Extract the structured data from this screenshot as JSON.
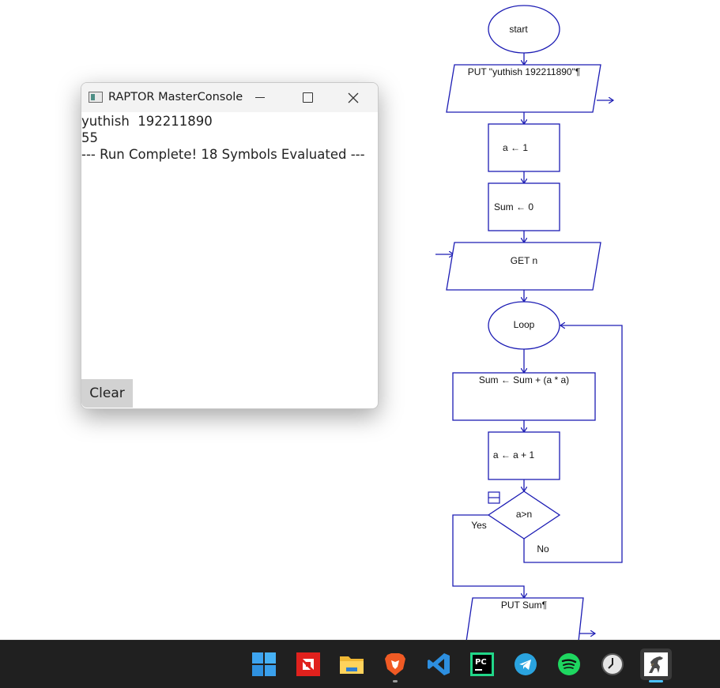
{
  "console": {
    "title": "RAPTOR MasterConsole",
    "output_lines": [
      "yuthish  192211890",
      "55",
      "--- Run Complete! 18 Symbols Evaluated ---"
    ],
    "clear_label": "Clear"
  },
  "flowchart": {
    "start": "start",
    "put1": "PUT \"yuthish  192211890\"¶",
    "assign_a": "a ← 1",
    "assign_sum": "Sum ← 0",
    "get_n": "GET n",
    "loop": "Loop",
    "sum_update": "Sum ← Sum + (a * a)",
    "a_update": "a ← a + 1",
    "condition": "a>n",
    "yes_label": "Yes",
    "no_label": "No",
    "put_sum": "PUT Sum¶"
  },
  "taskbar": {
    "apps": [
      "windows-start-icon",
      "amd-icon",
      "file-explorer-icon",
      "brave-icon",
      "vscode-icon",
      "pycharm-icon",
      "telegram-icon",
      "spotify-icon",
      "clock-icon",
      "raptor-icon"
    ]
  },
  "colors": {
    "flow_stroke": "#1c1cb4",
    "taskbar_bg": "#202020",
    "accent": "#4cc2ff"
  }
}
